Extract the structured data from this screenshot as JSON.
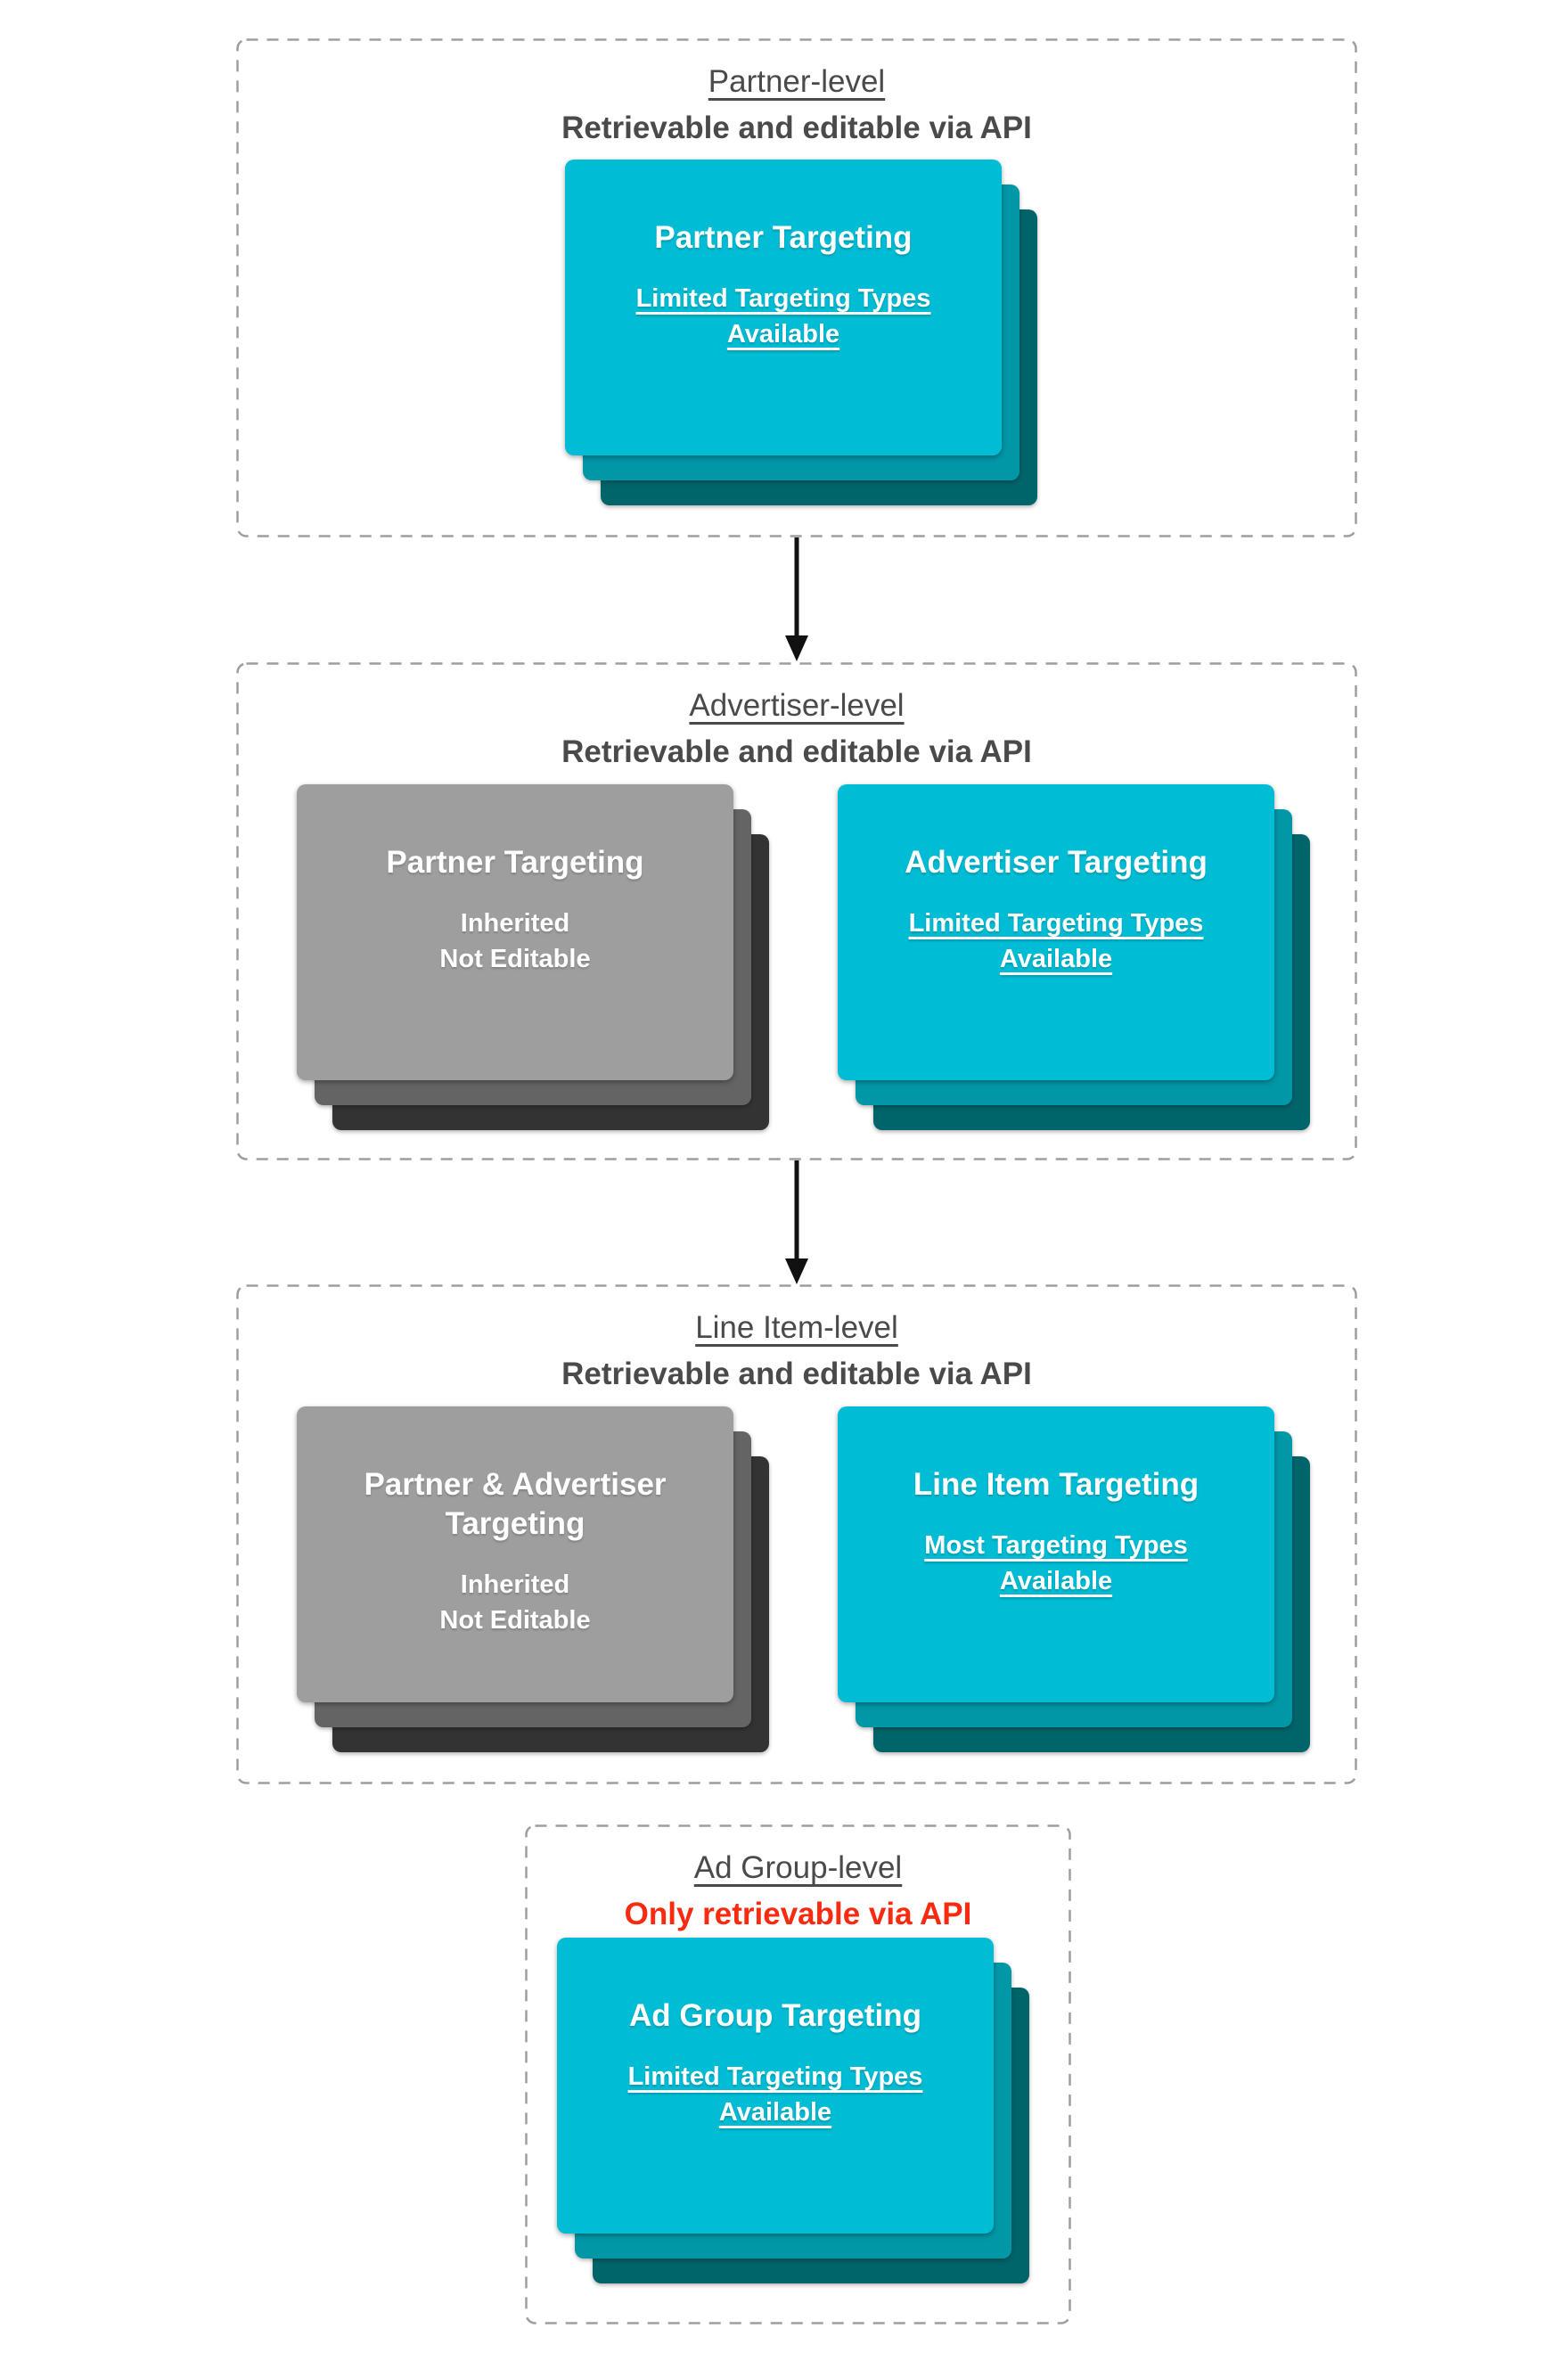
{
  "colors": {
    "teal": "#00BCD4",
    "teal_mid": "#0097A7",
    "teal_dark": "#00646B",
    "gray": "#9E9E9E",
    "gray_mid": "#646464",
    "gray_dark": "#333333",
    "heading": "#4A4A4A",
    "red": "#F82A10",
    "border": "#9E9E9E",
    "arrow": "#111111",
    "card_text": "#FFFFFF"
  },
  "sections": [
    {
      "id": "partner-level",
      "title": "Partner-level",
      "subtitle": "Retrievable and editable via API",
      "cards": [
        {
          "style": "teal",
          "title": "Partner Targeting",
          "note": "Limited Targeting Types\nAvailable",
          "note_underlined": true
        }
      ]
    },
    {
      "id": "advertiser-level",
      "title": "Advertiser-level",
      "subtitle": "Retrievable and editable via API",
      "cards": [
        {
          "style": "gray",
          "title": "Partner Targeting",
          "note": "Inherited\nNot Editable",
          "note_underlined": false
        },
        {
          "style": "teal",
          "title": "Advertiser Targeting",
          "note": "Limited Targeting Types\nAvailable",
          "note_underlined": true
        }
      ]
    },
    {
      "id": "line-item-level",
      "title": "Line Item-level",
      "subtitle": "Retrievable and editable via API",
      "cards": [
        {
          "style": "gray",
          "title": "Partner & Advertiser Targeting",
          "note": "Inherited\nNot Editable",
          "note_underlined": false
        },
        {
          "style": "teal",
          "title": "Line Item Targeting",
          "note": "Most Targeting Types\nAvailable",
          "note_underlined": true
        }
      ]
    },
    {
      "id": "ad-group-level",
      "title": "Ad Group-level",
      "subtitle": "Only retrievable via API",
      "subtitle_red": true,
      "cards": [
        {
          "style": "teal",
          "title": "Ad Group Targeting",
          "note": "Limited Targeting Types\nAvailable",
          "note_underlined": true
        }
      ]
    }
  ]
}
